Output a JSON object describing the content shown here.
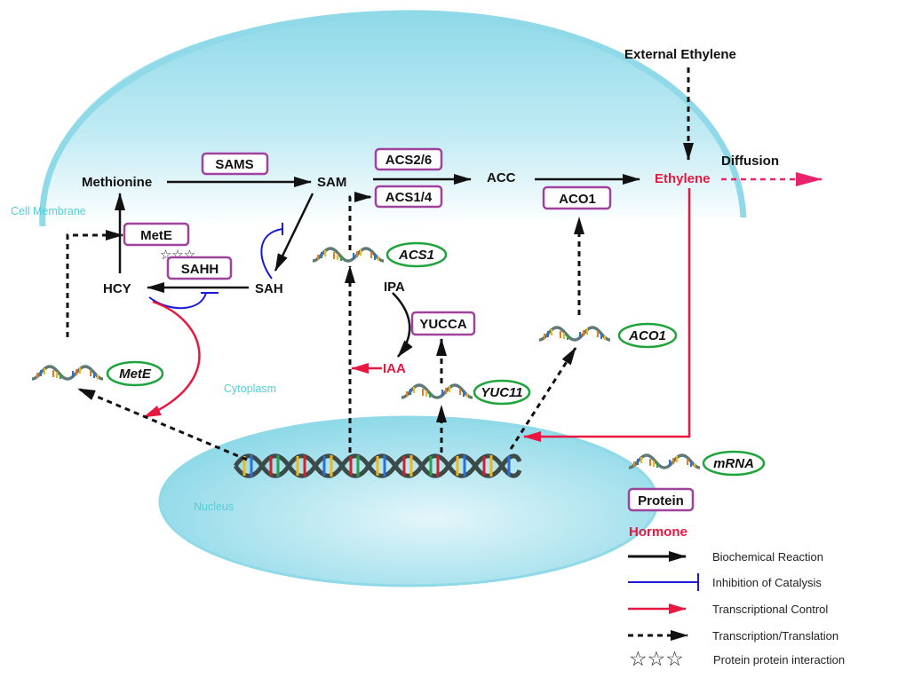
{
  "regions": {
    "cell_membrane": "Cell Membrane",
    "cytoplasm": "Cytoplasm",
    "nucleus": "Nucleus"
  },
  "metabolites": {
    "methionine": "Methionine",
    "sam": "SAM",
    "acc": "ACC",
    "sah": "SAH",
    "hcy": "HCY",
    "ipa": "IPA",
    "diffusion": "Diffusion",
    "external_ethylene": "External Ethylene"
  },
  "hormones": {
    "ethylene": "Ethylene",
    "iaa": "IAA"
  },
  "proteins": {
    "sams": "SAMS",
    "acs26": "ACS2/6",
    "acs14": "ACS1/4",
    "aco1": "ACO1",
    "mete": "MetE",
    "sahh": "SAHH",
    "yucca": "YUCCA"
  },
  "mrnas": {
    "acs1": "ACS1",
    "mete": "MetE",
    "yuc11": "YUC11",
    "aco1": "ACO1"
  },
  "interaction_stars": "☆☆☆",
  "legend": {
    "mrna": "mRNA",
    "protein": "Protein",
    "hormone": "Hormone",
    "items": [
      {
        "type": "biochemical",
        "label": "Biochemical Reaction"
      },
      {
        "type": "inhibition",
        "label": "Inhibition of Catalysis"
      },
      {
        "type": "transcriptional",
        "label": "Transcriptional Control"
      },
      {
        "type": "transcription",
        "label": "Transcription/Translation"
      },
      {
        "type": "ppi",
        "label": "Protein protein interaction",
        "glyph": "☆☆☆"
      }
    ]
  },
  "colors": {
    "membrane": "#8fd9e8",
    "protein_border": "#a0419e",
    "mrna_border": "#1fa33c",
    "hormone": "#e8173f",
    "transcriptional": "#e8173f",
    "inhibition": "#1a1ad6",
    "biochemical": "#111111",
    "region_text": "#4fd1d9"
  }
}
